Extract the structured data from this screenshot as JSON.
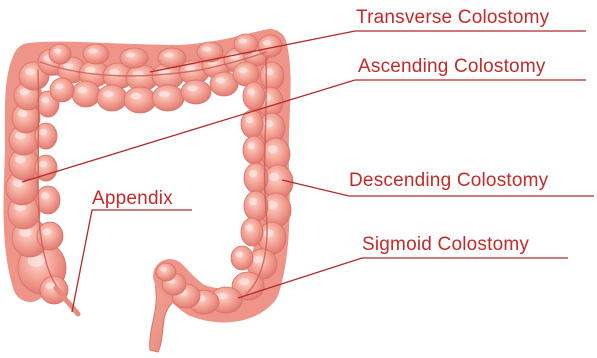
{
  "diagram": {
    "labels": {
      "transverse": "Transverse Colostomy",
      "ascending": "Ascending Colostomy",
      "descending": "Descending Colostomy",
      "appendix": "Appendix",
      "sigmoid": "Sigmoid Colostomy"
    },
    "colors": {
      "label_text": "#c42a2a",
      "leader_line": "#b22a2a",
      "colon_base": "#ef9186",
      "colon_light": "#fbd0c6",
      "colon_shadow": "#d86e66",
      "background": "#ffffff"
    }
  }
}
